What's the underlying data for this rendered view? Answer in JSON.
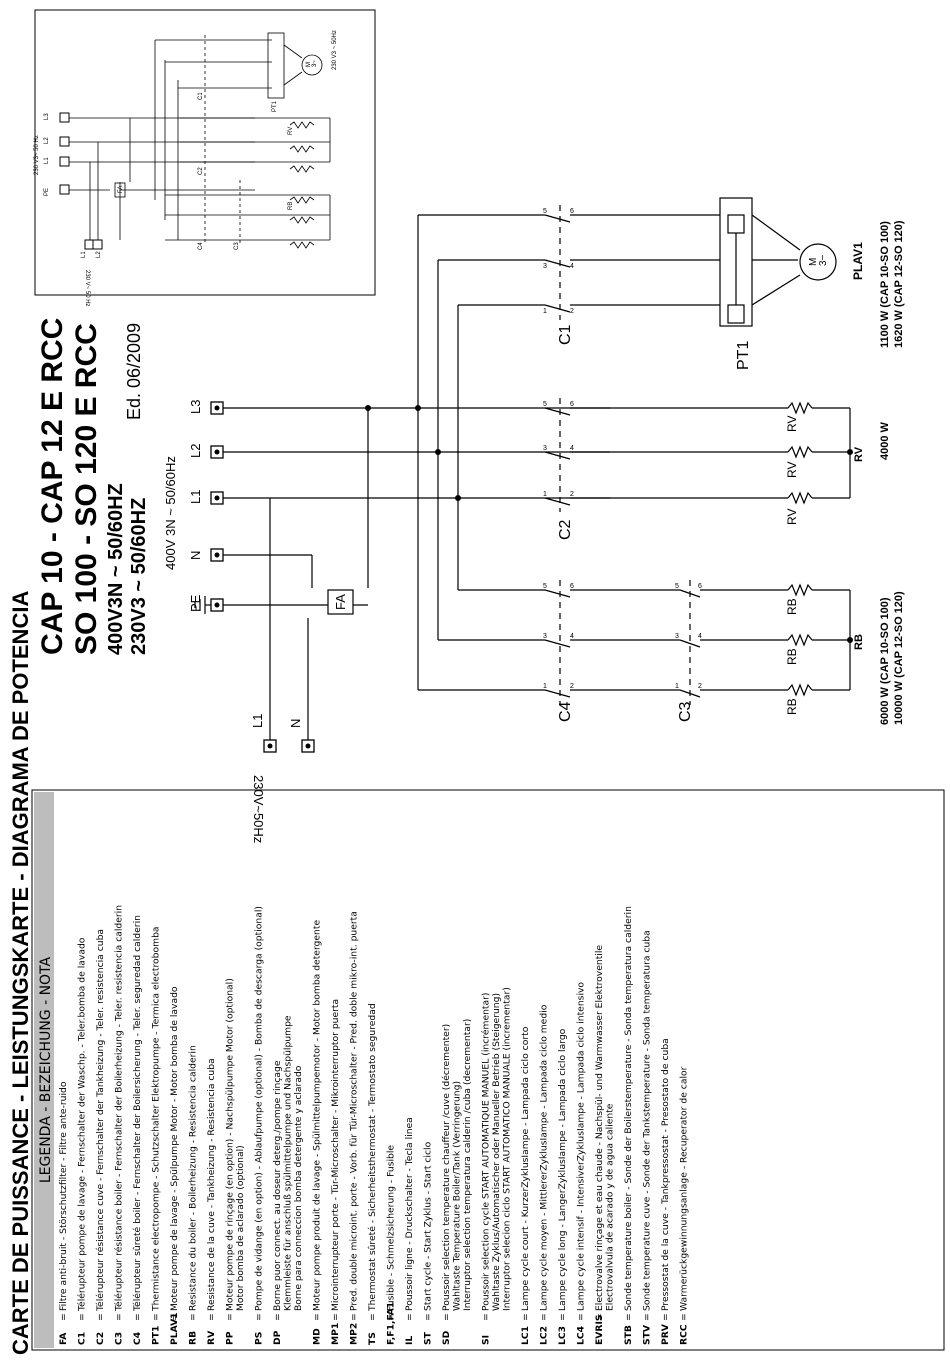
{
  "title": "CARTE DE PUISSANCE - LEISTUNGSKARTE - DIAGRAMA DE POTENCIA",
  "models": [
    "CAP 10 - CAP 12 E RCC",
    "SO 100 - SO 120 E RCC"
  ],
  "supply_main": "400V3N ~ 50/60HZ",
  "supply_alt": "230V3 ~ 50/60HZ",
  "edition": "Ed. 06/2009",
  "legend": {
    "header": "LEGENDA - BEZEICHUNG - NOTA",
    "entries": [
      {
        "code": "FA",
        "lines": [
          "Filtre anti-bruit - Störschutzfilter - Filtre ante-ruido"
        ]
      },
      {
        "code": "C1",
        "lines": [
          "Télérupteur pompe de lavage - Fernschalter der Waschp. - Teler.bomba de lavado"
        ]
      },
      {
        "code": "C2",
        "lines": [
          "Télérupteur résistance cuve - Fernschalter der Tankheizung - Teler. resistencia cuba"
        ]
      },
      {
        "code": "C3",
        "lines": [
          "Télérupteur résistance boiler - Fernschalter der Boilerheizung - Teler. resistencia calderin"
        ]
      },
      {
        "code": "C4",
        "lines": [
          "Télérupteur sûreté boiler - Fernschalter der Boilersicherung - Teler. seguredad calderin"
        ]
      },
      {
        "code": "PT1",
        "lines": [
          "Thermistance electropompe - Schutzschalter Elektropumpe - Termica electrobomba"
        ]
      },
      {
        "code": "PLAV1",
        "lines": [
          "Moteur pompe de lavage - Spülpumpe Motor - Motor bomba de lavado"
        ]
      },
      {
        "code": "RB",
        "lines": [
          "Resistance du boiler - Boilerheizung - Resistencia calderin"
        ]
      },
      {
        "code": "RV",
        "lines": [
          "Resistance de la cuve - Tankheizung - Resistencia cuba"
        ]
      },
      {
        "code": "PP",
        "lines": [
          "Moteur pompe de rinçage (en option) - Nachspülpumpe Motor (optional)",
          "Motor bomba de aclarado (optional)"
        ]
      },
      {
        "code": "PS",
        "lines": [
          "Pompe de vidange (en option) - Ablaufpumpe (optional) - Bomba de descarga (optional)"
        ]
      },
      {
        "code": "DP",
        "lines": [
          "Borne puor connect. au doseur deterg./pompe rinçage",
          "Klemmleiste für anschluß spülmittelpumpe und Nachspülpumpe",
          "Borne para conneccion bomba detergente y aclarado"
        ]
      },
      {
        "code": "MD",
        "lines": [
          "Moteur pompe produit de lavage - Spülmittelpumpemotor - Motor bomba detergente"
        ]
      },
      {
        "code": "MP1",
        "lines": [
          "Microinterrupteur porte - Tür-Microschalter - Mikrointerruptor puerta"
        ]
      },
      {
        "code": "MP2",
        "lines": [
          "Pred. double microint. porte - Vorb. für Tür-Microschalter - Pred. doble mikro-int. puerta"
        ]
      },
      {
        "code": "TS",
        "lines": [
          "Thermostat sûreté - Sicherheitsthermostat - Termostato seguredad"
        ]
      },
      {
        "code": "F,F1,FA1",
        "lines": [
          "Fusible - Schmelzsicherung - Fusible"
        ]
      },
      {
        "code": "IL",
        "lines": [
          "Poussoir ligne - Druckschalter - Tecla linea"
        ]
      },
      {
        "code": "ST",
        "lines": [
          "Start cycle - Start Zyklus - Start ciclo"
        ]
      },
      {
        "code": "SD",
        "lines": [
          "Poussoir selection temperature chauffeur /cuve (décrementer)",
          "Wahltaste Temperature Boiler/Tank (Verringerung)",
          "Interruptor selection temperatura calderin /cuba (decrementar)"
        ]
      },
      {
        "code": "SI",
        "lines": [
          "Poussoir selection cycle START AUTOMATIQUE MANUEL (incrémentar)",
          "Wahltaste Zyklus/Automatischer oder Manueller Betrieb (Steigerung)",
          "Interruptor selecion ciclo START AUTOMATICO MANUALE (incrementar)"
        ]
      },
      {
        "code": "LC1",
        "lines": [
          "Lampe cycle court - KurzerZyklusIampe - Lampada ciclo corto"
        ]
      },
      {
        "code": "LC2",
        "lines": [
          "Lampe cycle moyen - MittlererZyklusIampe - Lampada ciclo medio"
        ]
      },
      {
        "code": "LC3",
        "lines": [
          "Lampe cycle long - LangerZyklusIampe - Lampada ciclo largo"
        ]
      },
      {
        "code": "LC4",
        "lines": [
          "Lampe cycle intensif - IntensiverZyklusIampe - Lampada ciclo intensivo"
        ]
      },
      {
        "code": "EVRIS",
        "lines": [
          "Electrovalve rinçage et eau chaude - Nachspül- und Warmwasser Elektroventile",
          "Electrovalvula de acarado y de agua caliente"
        ]
      },
      {
        "code": "STB",
        "lines": [
          "Sonde temperature boiler - Sonde der Boilerstemperature - Sonda temperatura calderin"
        ]
      },
      {
        "code": "STV",
        "lines": [
          "Sonde temperature cuve - Sonde der Tankstemperature - Sonda temperatura cuba"
        ]
      },
      {
        "code": "PRV",
        "lines": [
          "Pressostat de la cuve - Tankpressostat - Presostato de cuba"
        ]
      },
      {
        "code": "RCC",
        "lines": [
          "Warmerückgewinnungsanlage - Recuperator de calor"
        ]
      }
    ]
  },
  "diagram": {
    "supply_label": "400V 3N ~ 50/60Hz",
    "alt_supply_label": "230V~50Hz",
    "terminals": {
      "L3": "L3",
      "L2": "L2",
      "L1": "L1",
      "N": "N",
      "PE": "PE",
      "alt_L1": "L1",
      "alt_N": "N"
    },
    "filter": "FA",
    "contactors": {
      "C1": "C1",
      "C2": "C2",
      "C3": "C3",
      "C4": "C4"
    },
    "pole_numbers": [
      "1",
      "2",
      "3",
      "4",
      "5",
      "6"
    ],
    "pump_protector": "PT1",
    "motor_symbol": "M",
    "motor_phase": "3~",
    "motor": "PLAV1",
    "motor_power": [
      "1100 W (CAP 10-SO 100)",
      "1620 W (CAP 12-SO 120)"
    ],
    "tank_heater": "RV",
    "tank_power": "4000 W",
    "boiler_heater": "RB",
    "boiler_power": [
      "6000 W (CAP 10-SO 100)",
      "10000 W (CAP 12-SO 120)"
    ]
  },
  "inset": {
    "supply_label": "230 V3~ 50 Hz",
    "alt_supply_label": "230 V~ 50 Hz",
    "motor_note": "230 V3 ~ 50Hz",
    "triangle_note": "230 V3 ~ 50Hz",
    "terminals": [
      "L3",
      "L2",
      "L1",
      "PE"
    ],
    "alt_terminals": [
      "L1",
      "L2"
    ],
    "filter": "FA",
    "contactors": [
      "C1",
      "C2",
      "C4",
      "C3"
    ],
    "pump_protector": "PT1",
    "motor_symbol": "M",
    "motor_phase": "3~",
    "rv": "RV",
    "rb": "RB"
  }
}
